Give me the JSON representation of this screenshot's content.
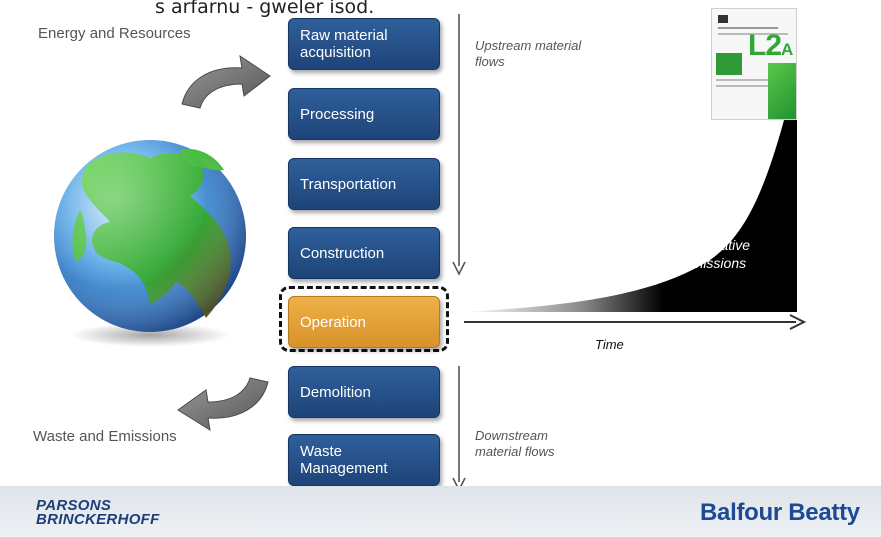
{
  "header": {
    "truncated_text": "s arfarnu - gweler isod."
  },
  "sides": {
    "top_label": "Energy and Resources",
    "bottom_label": "Waste and Emissions"
  },
  "flows": {
    "upstream": [
      "Upstream material",
      "flows"
    ],
    "downstream": [
      "Downstream",
      "material flows"
    ]
  },
  "stages": [
    {
      "lines": [
        "Raw material",
        "acquisition"
      ]
    },
    {
      "lines": [
        "Processing"
      ]
    },
    {
      "lines": [
        "Transportation"
      ]
    },
    {
      "lines": [
        "Construction"
      ]
    },
    {
      "lines": [
        "Operation"
      ],
      "highlighted": true
    },
    {
      "lines": [
        "Demolition"
      ]
    },
    {
      "lines": [
        "Waste",
        "Management"
      ]
    }
  ],
  "chart": {
    "area_label": [
      "Cumulative",
      "emissions"
    ],
    "x_label": "Time"
  },
  "document": {
    "mark": "L2",
    "mark_sub": "A"
  },
  "footer": {
    "left_logo": [
      "PARSONS",
      "BRINCKERHOFF"
    ],
    "right_logo": "Balfour Beatty"
  },
  "colors": {
    "stage_blue": "#1f477f",
    "stage_orange": "#e6a23a",
    "globe_green": "#3cb43c",
    "globe_blue": "#3a8fd8"
  }
}
